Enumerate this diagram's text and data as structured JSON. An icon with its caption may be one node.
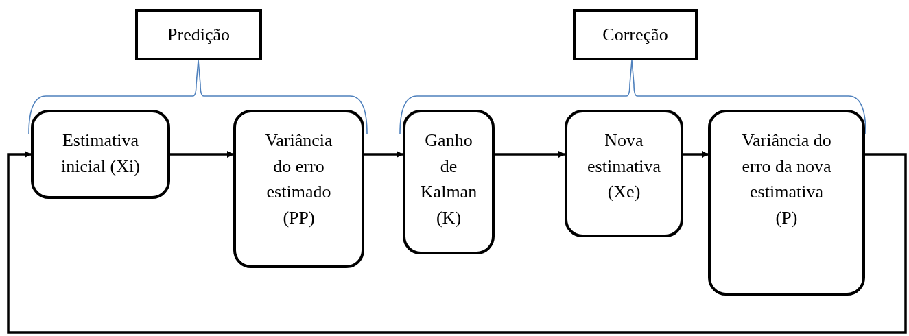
{
  "diagram": {
    "nodes": [
      {
        "text": [
          "Predição"
        ]
      },
      {
        "text": [
          "Correção"
        ]
      },
      {
        "text": [
          "Estimativa inicial (Xi)"
        ]
      },
      {
        "text": [
          "Variância do erro estimado (PP)"
        ]
      },
      {
        "text": [
          "Ganho de Kalman (K)"
        ]
      },
      {
        "text": [
          "Nova estimativa (Xe)"
        ]
      },
      {
        "text": [
          "Variância do erro da nova estimativa (P)"
        ]
      }
    ],
    "edges": [
      {
        "from": 2,
        "to": 3,
        "arrow": "to"
      },
      {
        "from": 3,
        "to": 4,
        "arrow": "to"
      },
      {
        "from": 4,
        "to": 5,
        "arrow": "to"
      },
      {
        "from": 5,
        "to": 6,
        "arrow": "to"
      },
      {
        "from": 6,
        "to": 2,
        "arrow": "to"
      }
    ]
  }
}
